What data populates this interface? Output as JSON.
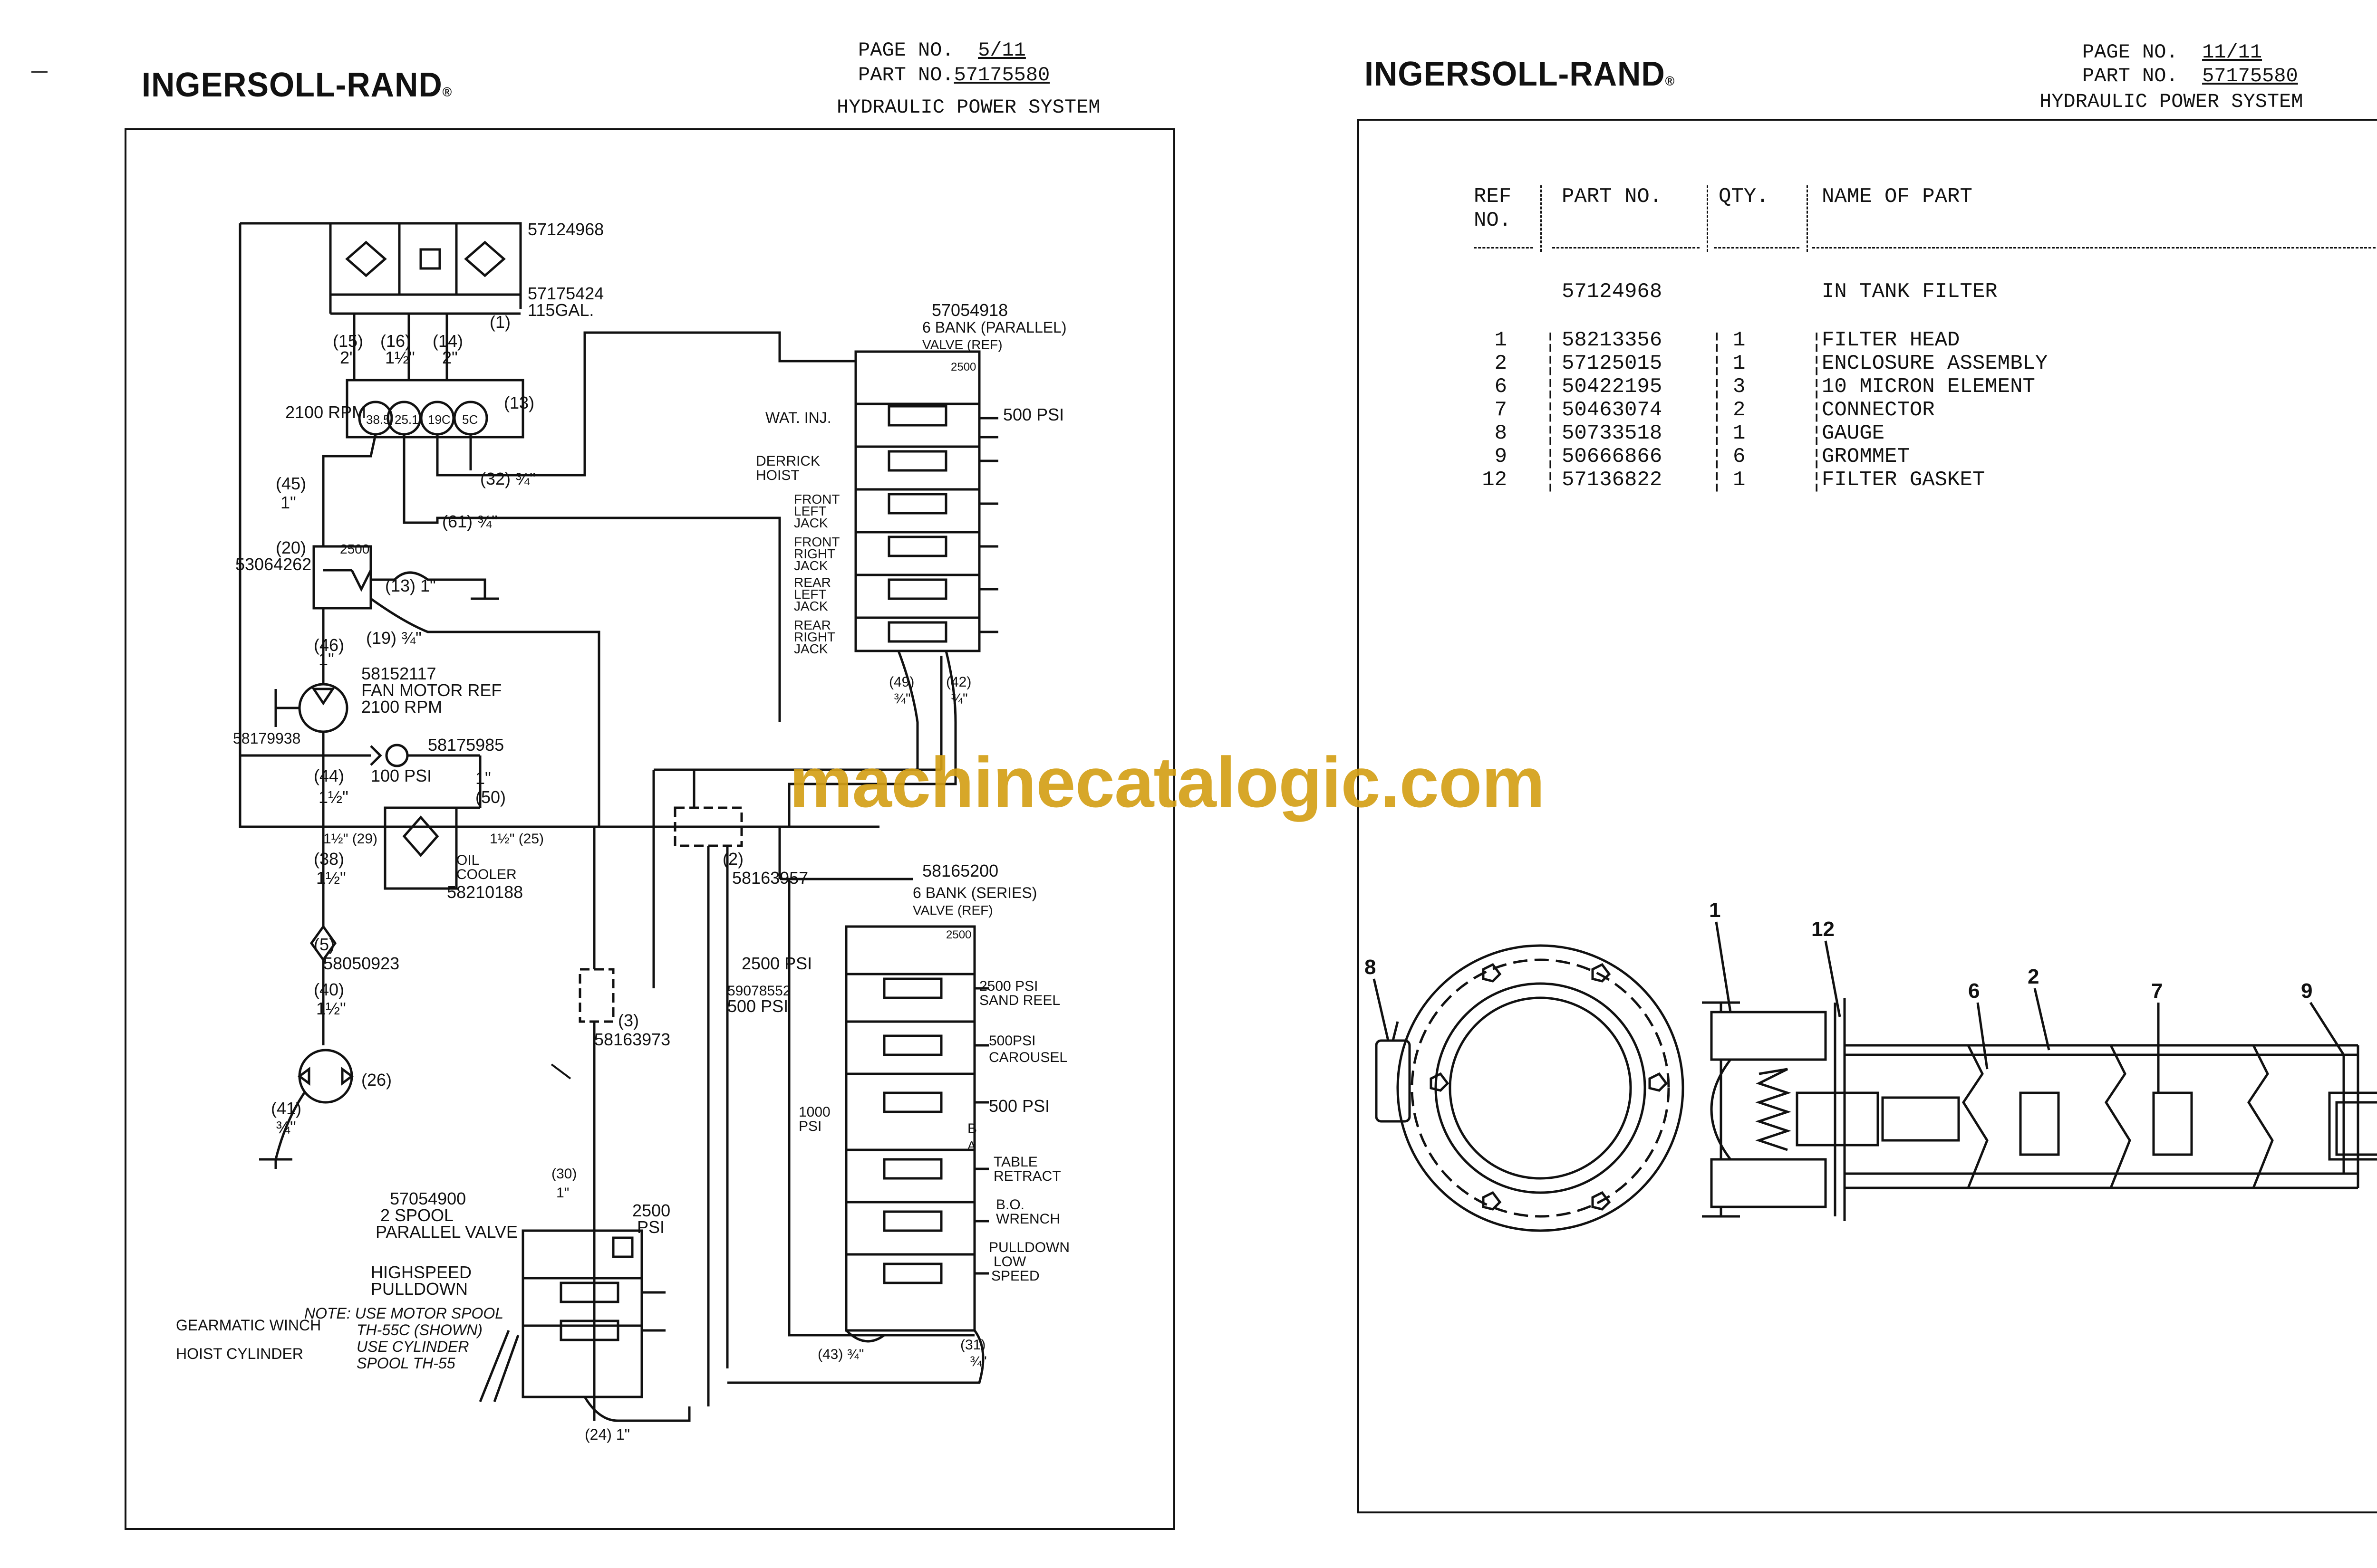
{
  "left_page": {
    "logo": "INGERSOLL-RAND",
    "page_label": "PAGE NO.",
    "page_value": "5/11",
    "part_label": "PART NO.",
    "part_value": "57175580",
    "system": "HYDRAULIC POWER SYSTEM",
    "diagram_labels": {
      "filter_pn": "57124968",
      "tank_pn": "57175424",
      "tank_cap": "115GAL.",
      "tank_ref": "(1)",
      "l15": "(15)",
      "l15s": "2\"",
      "l16": "(16)",
      "l16s": "1½\"",
      "l14": "(14)",
      "l14s": "2\"",
      "pump_rpm": "2100 RPM",
      "pump_ref": "(13)",
      "p1": "38.5",
      "p2": "25.1",
      "p3": "19C",
      "p4": "5C",
      "l45": "(45)",
      "l45s": "1\"",
      "l32": "(32) ¾\"",
      "l61": "(61) ¾\"",
      "l20": "(20)",
      "relief_psi": "2500",
      "relief_pn": "53064262",
      "l13": "(13) 1\"",
      "l19": "(19) ¾\"",
      "l46": "(46)",
      "l46s": "1\"",
      "fan_pn": "58152117",
      "fan_name": "FAN MOTOR REF",
      "fan_rpm": "2100 RPM",
      "fan_sub": "58179938",
      "check_pn": "58175985",
      "check_psi": "100 PSI",
      "l44": "(44)",
      "l44s": "1½\"",
      "l50": "(50)",
      "l50s": "1\"",
      "l29": "1½\" (29)",
      "l25": "1½\" (25)",
      "cooler_a": "OIL",
      "cooler_b": "COOLER",
      "cooler_pn": "58210188",
      "l38": "(38)",
      "l38s": "1½\"",
      "l2": "(2)",
      "tee_pn": "58163957",
      "l5": "(5)",
      "strainer_pn": "58050923",
      "l40": "(40)",
      "l40s": "1½\"",
      "l26": "(26)",
      "l41": "(41)",
      "l41s": "¾\"",
      "l3": "(3)",
      "tee2_pn": "58163973",
      "v1_pn": "57054918",
      "v1_a": "6 BANK (PARALLEL)",
      "v1_b": "VALVE (REF)",
      "v1_top_psi": "2500",
      "wat_inj": "WAT. INJ.",
      "wat_psi": "500 PSI",
      "derrick_a": "DERRICK",
      "derrick_b": "HOIST",
      "fl_a": "FRONT",
      "fl_b": "LEFT",
      "fl_c": "JACK",
      "fr_a": "FRONT",
      "fr_b": "RIGHT",
      "fr_c": "JACK",
      "rl_a": "REAR",
      "rl_b": "LEFT",
      "rl_c": "JACK",
      "rr_a": "REAR",
      "rr_b": "RIGHT",
      "rr_c": "JACK",
      "l49": "(49)",
      "l49s": "¾\"",
      "l42": "(42)",
      "l42s": "¾\"",
      "v2_pn": "58165200",
      "v2_a": "6 BANK (SERIES)",
      "v2_b": "VALVE (REF)",
      "v2_top_psi": "2500",
      "v2_psi_a": "2500 PSI",
      "v2_pn2": "59078552",
      "v2_psi_b": "500 PSI",
      "sandreel_psi": "2500 PSI",
      "sandreel": "SAND REEL",
      "carousel_psi": "500PSI",
      "carousel": "CAROUSEL",
      "table_psi": "500 PSI",
      "relief_1000": "1000",
      "relief_1000u": "PSI",
      "port_b": "B",
      "port_a": "A",
      "table_a": "TABLE",
      "table_b": "RETRACT",
      "bo_a": "B.O.",
      "bo_b": "WRENCH",
      "pd_a": "PULLDOWN",
      "pd_b": "LOW",
      "pd_c": "SPEED",
      "l43": "(43) ¾\"",
      "l31": "(31)",
      "l31s": "¾\"",
      "l30": "(30)",
      "l30s": "1\"",
      "v3_pn": "57054900",
      "v3_a": "2 SPOOL",
      "v3_b": "PARALLEL VALVE",
      "v3_psi": "2500",
      "v3_psi_u": "PSI",
      "hs_a": "HIGHSPEED",
      "hs_b": "PULLDOWN",
      "note_a": "NOTE: USE MOTOR SPOOL",
      "note_b": "TH-55C (SHOWN)",
      "note_c": "USE CYLINDER",
      "note_d": "SPOOL TH-55",
      "gearmatic": "GEARMATIC WINCH",
      "hoist_cyl": "HOIST CYLINDER",
      "l24": "(24) 1\""
    }
  },
  "right_page": {
    "logo": "INGERSOLL-RAND",
    "page_label": "PAGE NO.",
    "page_value": "11/11",
    "part_label": "PART NO.",
    "part_value": "57175580",
    "system": "HYDRAULIC POWER SYSTEM",
    "table_headers": {
      "ref_a": "REF",
      "ref_b": "NO.",
      "part": "PART NO.",
      "qty": "QTY.",
      "name": "NAME OF PART"
    },
    "assembly": {
      "part": "57124968",
      "name": "IN TANK FILTER"
    },
    "rows": [
      {
        "ref": "1",
        "part": "58213356",
        "qty": "1",
        "name": "FILTER HEAD"
      },
      {
        "ref": "2",
        "part": "57125015",
        "qty": "1",
        "name": "ENCLOSURE ASSEMBLY"
      },
      {
        "ref": "6",
        "part": "50422195",
        "qty": "3",
        "name": "10 MICRON ELEMENT"
      },
      {
        "ref": "7",
        "part": "50463074",
        "qty": "2",
        "name": "CONNECTOR"
      },
      {
        "ref": "8",
        "part": "50733518",
        "qty": "1",
        "name": "GAUGE"
      },
      {
        "ref": "9",
        "part": "50666866",
        "qty": "6",
        "name": "GROMMET"
      },
      {
        "ref": "12",
        "part": "57136822",
        "qty": "1",
        "name": "FILTER GASKET"
      }
    ],
    "callouts": {
      "c1": "1",
      "c12": "12",
      "c6": "6",
      "c2": "2",
      "c7": "7",
      "c9": "9",
      "c8": "8"
    }
  },
  "watermark": "machinecatalogic.com"
}
